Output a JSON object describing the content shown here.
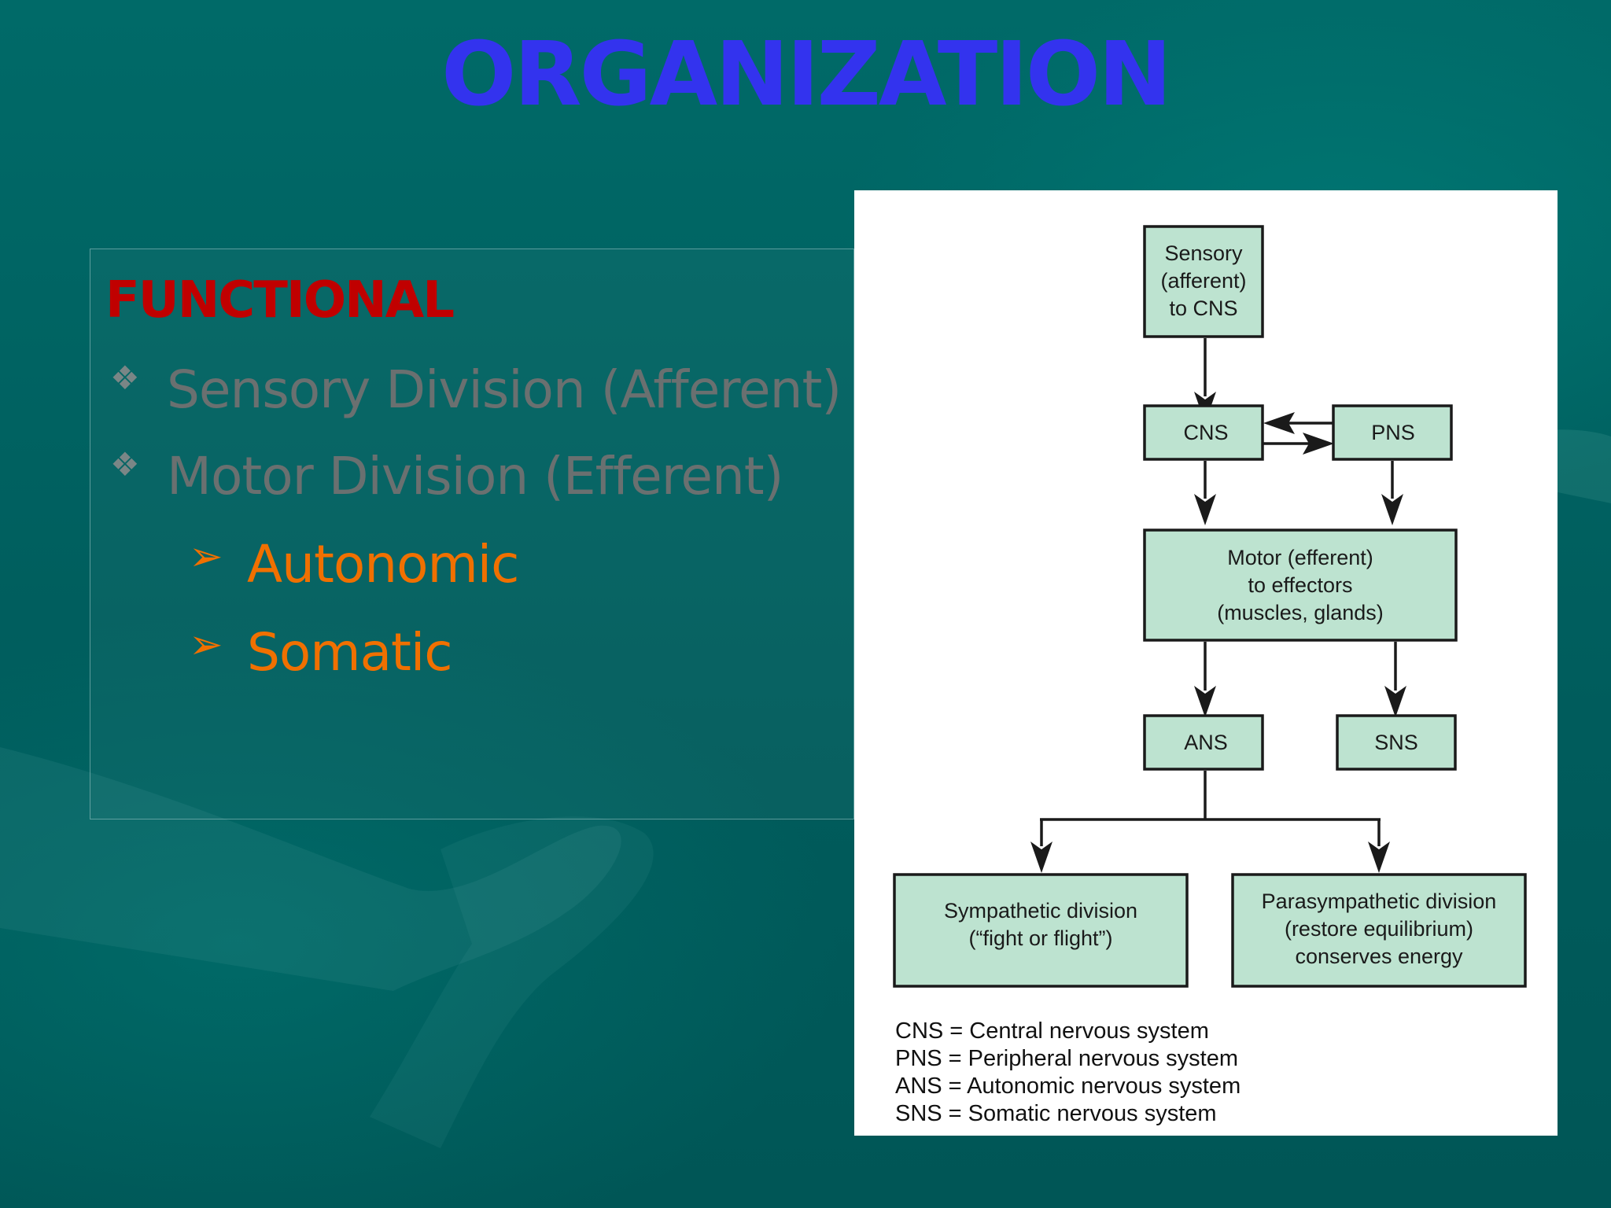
{
  "slide": {
    "title": "ORGANIZATION",
    "heading": "FUNCTIONAL",
    "bullets": [
      {
        "text": "Sensory Division (Afferent)"
      },
      {
        "text": "Motor Division (Efferent)"
      }
    ],
    "sub_bullets": [
      {
        "text": "Autonomic"
      },
      {
        "text": "Somatic"
      }
    ]
  },
  "diagram": {
    "nodes": {
      "sensory": [
        "Sensory",
        "(afferent)",
        "to CNS"
      ],
      "cns": [
        "CNS"
      ],
      "pns": [
        "PNS"
      ],
      "motor": [
        "Motor (efferent)",
        "to effectors",
        "(muscles, glands)"
      ],
      "ans": [
        "ANS"
      ],
      "sns": [
        "SNS"
      ],
      "sympathetic": [
        "Sympathetic division",
        "(“fight or flight”)"
      ],
      "parasympathetic": [
        "Parasympathetic division",
        "(restore equilibrium)",
        "conserves energy"
      ]
    },
    "legend": [
      "CNS = Central nervous system",
      "PNS = Peripheral nervous system",
      "ANS = Autonomic nervous system",
      "SNS = Somatic nervous system"
    ],
    "colors": {
      "box_fill": "#bde3d0",
      "box_stroke": "#1a1a1a",
      "arrow": "#1a1a1a"
    }
  }
}
